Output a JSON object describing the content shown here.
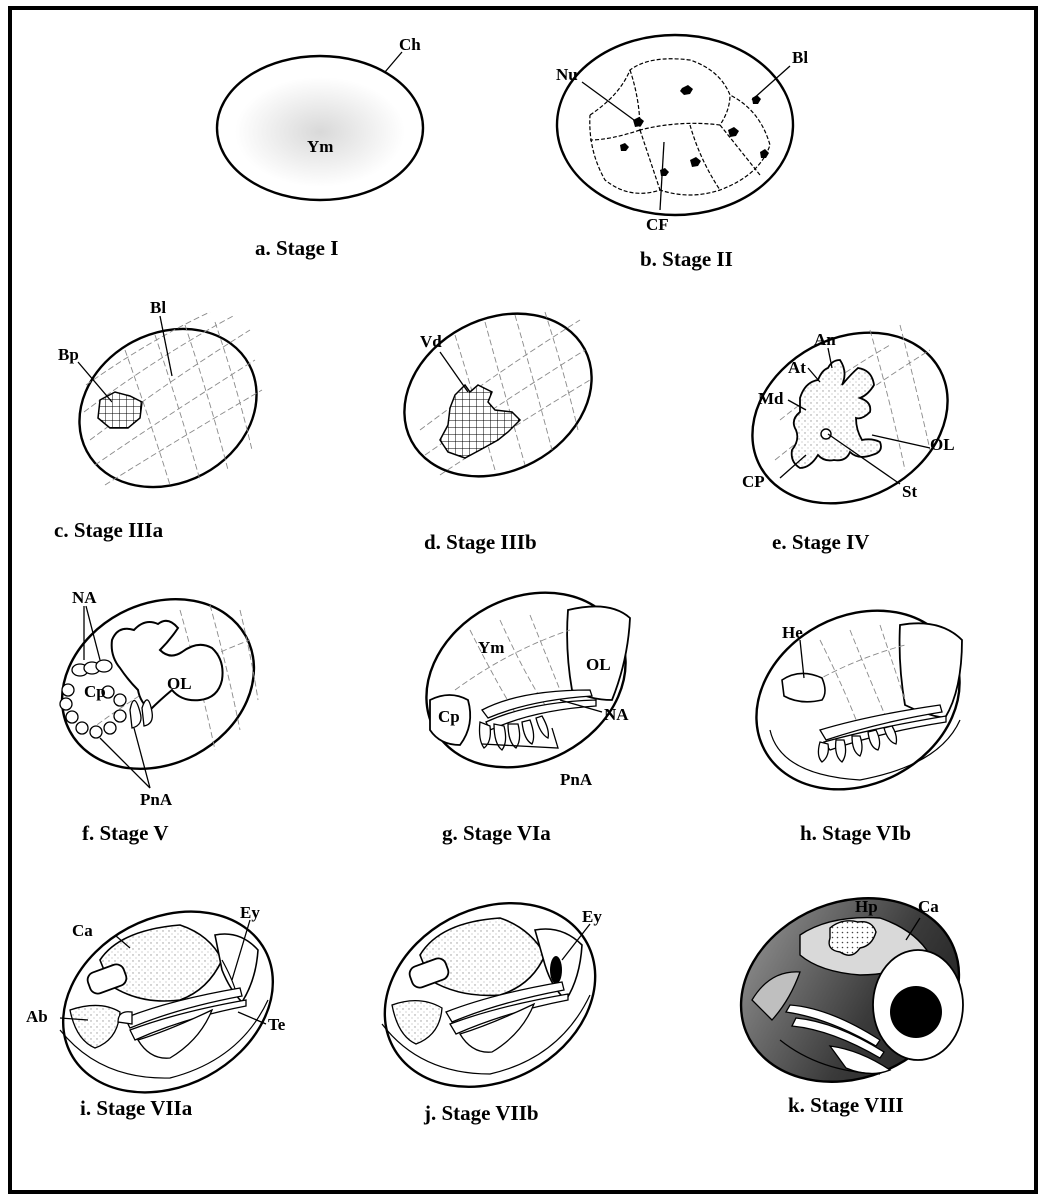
{
  "figure": {
    "panels": [
      {
        "id": "a",
        "caption": "a. Stage I",
        "labels": [
          "Ch",
          "Ym"
        ]
      },
      {
        "id": "b",
        "caption": "b. Stage II",
        "labels": [
          "Nu",
          "Bl",
          "CF"
        ]
      },
      {
        "id": "c",
        "caption": "c. Stage IIIa",
        "labels": [
          "Bl",
          "Bp"
        ]
      },
      {
        "id": "d",
        "caption": "d. Stage IIIb",
        "labels": [
          "Vd"
        ]
      },
      {
        "id": "e",
        "caption": "e. Stage IV",
        "labels": [
          "An",
          "At",
          "Md",
          "OL",
          "CP",
          "St"
        ]
      },
      {
        "id": "f",
        "caption": "f. Stage V",
        "labels": [
          "NA",
          "OL",
          "Cp",
          "PnA"
        ]
      },
      {
        "id": "g",
        "caption": "g. Stage VIa",
        "labels": [
          "Ym",
          "OL",
          "Cp",
          "NA",
          "PnA"
        ]
      },
      {
        "id": "h",
        "caption": "h. Stage VIb",
        "labels": [
          "He"
        ]
      },
      {
        "id": "i",
        "caption": "i. Stage VIIa",
        "labels": [
          "Ca",
          "Ey",
          "Ab",
          "Te"
        ]
      },
      {
        "id": "j",
        "caption": "j. Stage VIIb",
        "labels": [
          "Ey"
        ]
      },
      {
        "id": "k",
        "caption": "k. Stage VIII",
        "labels": [
          "Hp",
          "Ca"
        ]
      }
    ]
  }
}
